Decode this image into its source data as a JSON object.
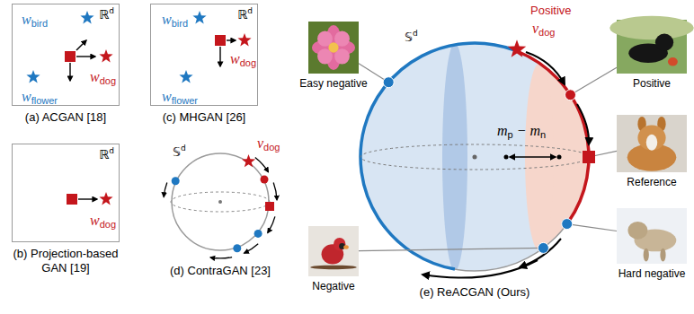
{
  "diagram": {
    "nodes": [
      {
        "text": [
          "ℝd",
          "(a) ACGAN [18]"
        ]
      },
      {
        "text": [
          "ℝd",
          "(c) MHGAN [26]"
        ]
      },
      {
        "text": [
          "ℝd",
          "(b) Projection-based GAN [19]"
        ]
      },
      {
        "text": [
          "𝕊d",
          "(d) ContraGAN [23]"
        ]
      },
      {
        "text": [
          "Easy negative"
        ]
      },
      {
        "text": [
          "𝕊d",
          "(e) ReACGAN (Ours)"
        ]
      },
      {
        "text": [
          "Positive"
        ]
      },
      {
        "text": [
          "Reference"
        ]
      },
      {
        "text": [
          "Negative"
        ]
      },
      {
        "text": [
          "Hard negative"
        ]
      }
    ],
    "edges": [
      {
        "from": 4,
        "to": 5,
        "arrow": "none"
      },
      {
        "from": 6,
        "to": 5,
        "arrow": "none"
      },
      {
        "from": 7,
        "to": 5,
        "arrow": "none"
      },
      {
        "from": 8,
        "to": 5,
        "arrow": "none"
      },
      {
        "from": 9,
        "to": 5,
        "arrow": "none"
      }
    ],
    "labels": [
      "wbird",
      "wdog",
      "wflower",
      "wbird",
      "wdog",
      "wflower",
      "wdog",
      "vdog",
      "Positive",
      "vdog",
      "mp − mn"
    ]
  }
}
